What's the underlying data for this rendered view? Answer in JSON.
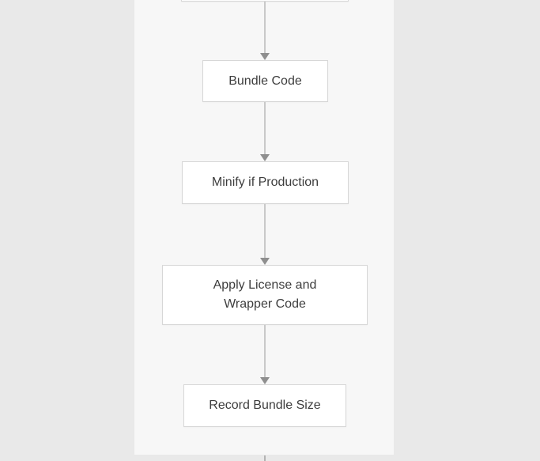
{
  "diagram": {
    "nodes": [
      {
        "id": "bundle-code",
        "label": "Bundle Code"
      },
      {
        "id": "minify",
        "label": "Minify if Production"
      },
      {
        "id": "apply-license",
        "label": "Apply License and\nWrapper Code"
      },
      {
        "id": "record-size",
        "label": "Record Bundle Size"
      }
    ],
    "truncated_top_node": {
      "label": ""
    },
    "arrow_icon": "triangle-down",
    "colors": {
      "page_background": "#e9e9e9",
      "panel_background": "#f7f7f7",
      "node_background": "#ffffff",
      "node_border": "#d7d7d7",
      "text": "#3d3d3d",
      "connector_line": "#c9c9c9",
      "connector_arrowhead": "#8f8f8f",
      "stub_line": "#b3b3b3"
    }
  }
}
